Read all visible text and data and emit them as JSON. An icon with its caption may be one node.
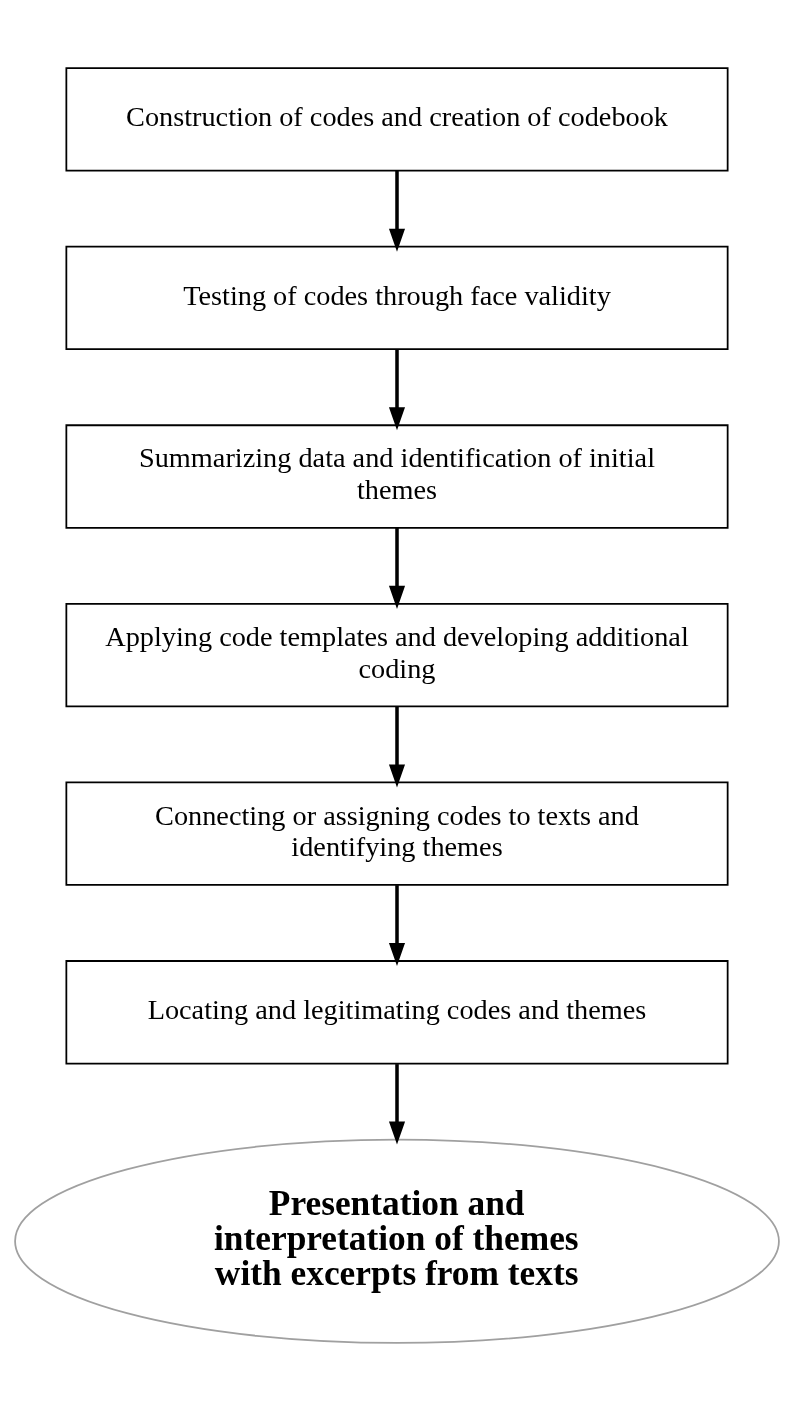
{
  "diagram": {
    "nodes": [
      {
        "text": [
          "Construction of codes and creation of codebook"
        ]
      },
      {
        "text": [
          "Testing of codes through face validity"
        ]
      },
      {
        "text": [
          "Summarizing data and identification of initial themes"
        ]
      },
      {
        "text": [
          "Applying code templates and developing additional coding"
        ]
      },
      {
        "text": [
          "Connecting or assigning codes to texts and identifying themes"
        ]
      },
      {
        "text": [
          "Locating and legitimating codes and themes"
        ]
      },
      {
        "text": [
          "Presentation and interpretation of themes with excerpts from texts"
        ]
      }
    ],
    "edges": [
      {
        "from": 0,
        "to": 1,
        "arrow": "to"
      },
      {
        "from": 1,
        "to": 2,
        "arrow": "to"
      },
      {
        "from": 2,
        "to": 3,
        "arrow": "to"
      },
      {
        "from": 3,
        "to": 4,
        "arrow": "to"
      },
      {
        "from": 4,
        "to": 5,
        "arrow": "to"
      },
      {
        "from": 5,
        "to": 6,
        "arrow": "to"
      }
    ]
  }
}
